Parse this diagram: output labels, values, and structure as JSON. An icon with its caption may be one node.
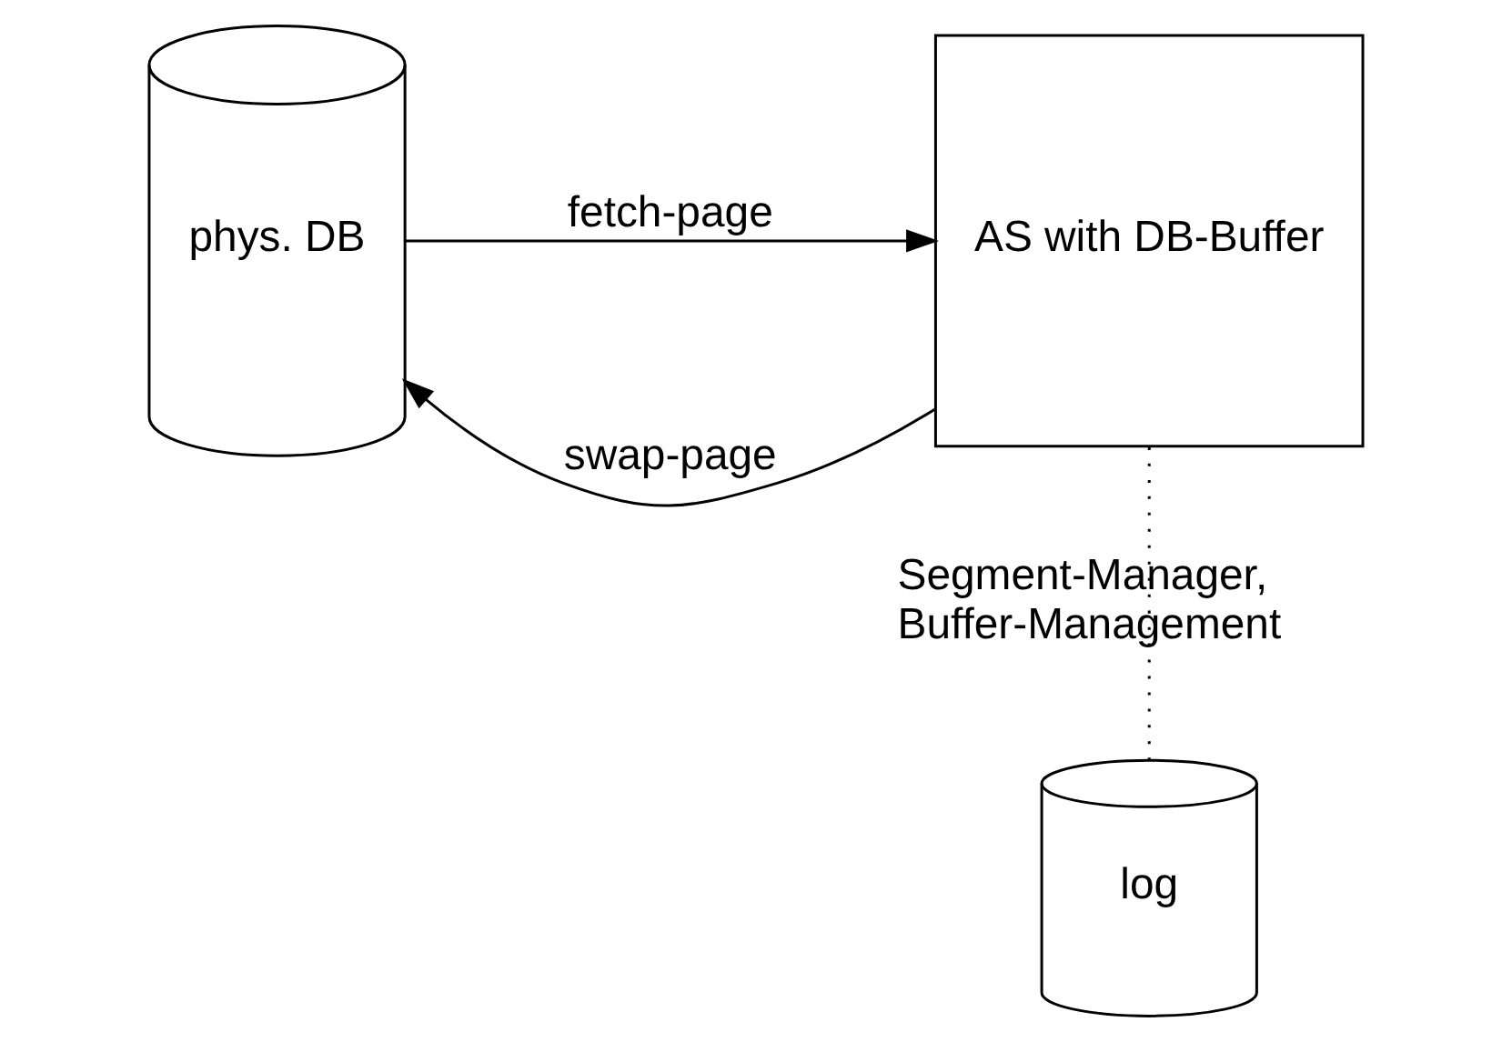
{
  "diagram": {
    "nodes": [
      {
        "text": [
          "phys. DB"
        ]
      },
      {
        "text": [
          "AS with DB-Buffer"
        ]
      },
      {
        "text": [
          "log"
        ]
      }
    ],
    "edges": [
      {
        "from": 1,
        "to": 0,
        "arrow": "to",
        "label": "swap-page"
      },
      {
        "from": 0,
        "to": 1,
        "arrow": "to",
        "label": "fetch-page"
      },
      {
        "from": 1,
        "to": 2,
        "arrow": "none",
        "style": "dashed",
        "label": "Segment-Manager, Buffer-Management"
      }
    ]
  }
}
